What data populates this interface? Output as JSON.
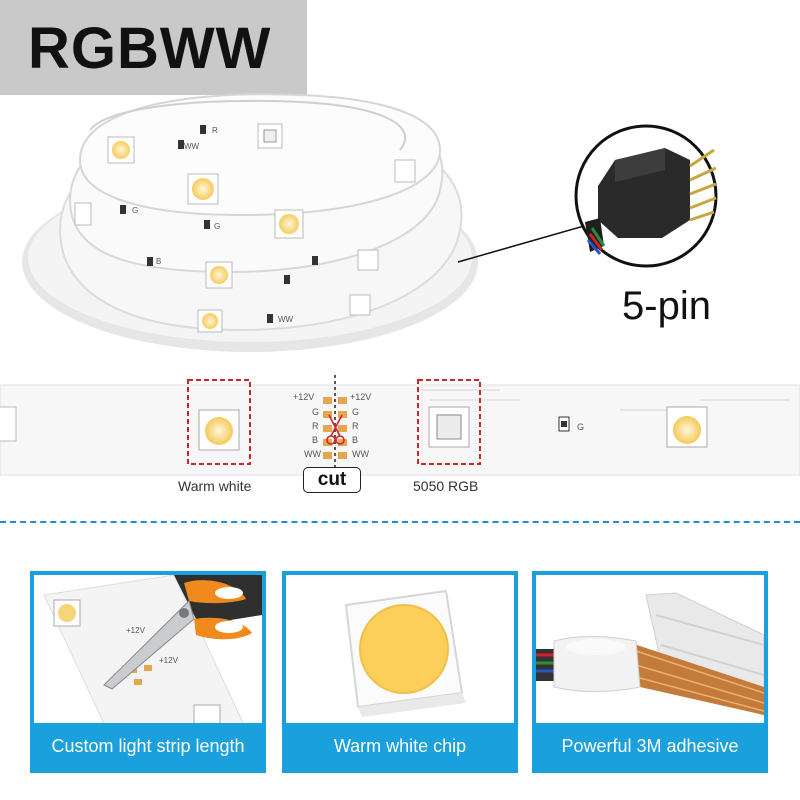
{
  "title": "RGBWW",
  "connector_label": "5-pin",
  "strip": {
    "pad_labels_left": [
      "+12V",
      "G",
      "R",
      "B",
      "WW"
    ],
    "pad_labels_right": [
      "+12V",
      "G",
      "R",
      "B",
      "WW"
    ],
    "cut_label": "cut",
    "chip_left_label": "Warm white",
    "chip_right_label": "5050 RGB",
    "small_g_label": "G"
  },
  "coil_labels": [
    "R",
    "WW",
    "G",
    "G",
    "B",
    "WW"
  ],
  "panels": [
    {
      "caption": "Custom light strip length",
      "pad_labels": [
        "+12V",
        "+12V"
      ]
    },
    {
      "caption": "Warm white chip"
    },
    {
      "caption": "Powerful 3M adhesive"
    }
  ],
  "colors": {
    "accent": "#1aa0dc",
    "divider": "#1a8fd6",
    "marker": "#d0232a",
    "warm_led": "#fbd46a"
  }
}
